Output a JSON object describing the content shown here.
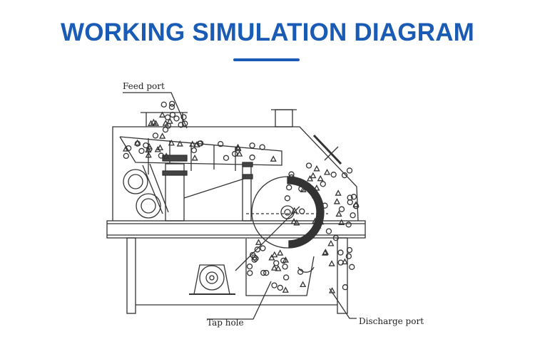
{
  "title": "WORKING SIMULATION DIAGRAM",
  "accent_color": "#1a5cb5",
  "labels": {
    "feed_port": "Feed port",
    "tap_hole": "Tap hole",
    "discharge_port": "Discharge port"
  }
}
